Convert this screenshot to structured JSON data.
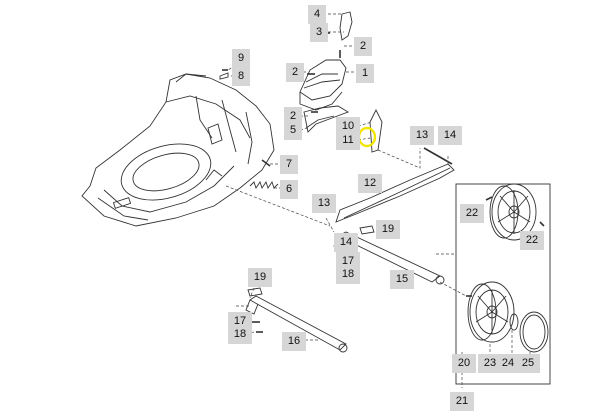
{
  "diagram": {
    "callouts": [
      {
        "id": "c-4",
        "label": "4"
      },
      {
        "id": "c-3",
        "label": "3"
      },
      {
        "id": "c-2a",
        "label": "2"
      },
      {
        "id": "c-9",
        "label": "9"
      },
      {
        "id": "c-8",
        "label": "8"
      },
      {
        "id": "c-2b",
        "label": "2"
      },
      {
        "id": "c-1",
        "label": "1"
      },
      {
        "id": "c-2c",
        "label": "2"
      },
      {
        "id": "c-5",
        "label": "5"
      },
      {
        "id": "c-10",
        "label": "10"
      },
      {
        "id": "c-11",
        "label": "11"
      },
      {
        "id": "c-13a",
        "label": "13"
      },
      {
        "id": "c-14a",
        "label": "14"
      },
      {
        "id": "c-7",
        "label": "7"
      },
      {
        "id": "c-6",
        "label": "6"
      },
      {
        "id": "c-12",
        "label": "12"
      },
      {
        "id": "c-13b",
        "label": "13"
      },
      {
        "id": "c-19a",
        "label": "19"
      },
      {
        "id": "c-14b",
        "label": "14"
      },
      {
        "id": "c-17a",
        "label": "17"
      },
      {
        "id": "c-18a",
        "label": "18"
      },
      {
        "id": "c-15",
        "label": "15"
      },
      {
        "id": "c-19b",
        "label": "19"
      },
      {
        "id": "c-17b",
        "label": "17"
      },
      {
        "id": "c-18b",
        "label": "18"
      },
      {
        "id": "c-16",
        "label": "16"
      },
      {
        "id": "c-22a",
        "label": "22"
      },
      {
        "id": "c-22b",
        "label": "22"
      },
      {
        "id": "c-20",
        "label": "20"
      },
      {
        "id": "c-23",
        "label": "23"
      },
      {
        "id": "c-24",
        "label": "24"
      },
      {
        "id": "c-25",
        "label": "25"
      },
      {
        "id": "c-21",
        "label": "21"
      }
    ],
    "highlight_color": "#f2e600",
    "line_color": "#333333",
    "callout_bg": "#d6d6d6"
  }
}
